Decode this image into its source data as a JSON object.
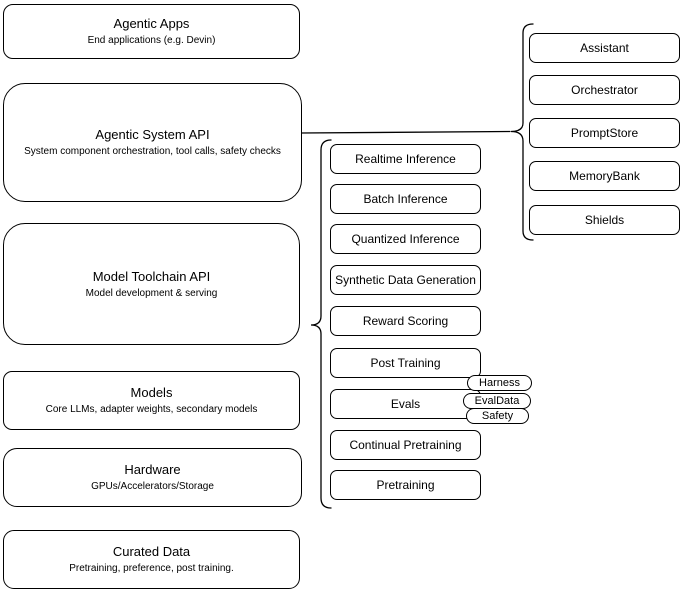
{
  "canvas": {
    "background": "#ffffff",
    "stroke_color": "#000000",
    "node_fill": "#ffffff"
  },
  "left_stack": [
    {
      "title": "Agentic Apps",
      "subtitle": "End applications (e.g. Devin)"
    },
    {
      "title": "Agentic System API",
      "subtitle": "System component orchestration, tool calls, safety checks"
    },
    {
      "title": "Model Toolchain API",
      "subtitle": "Model development & serving"
    },
    {
      "title": "Models",
      "subtitle": "Core LLMs, adapter weights, secondary models"
    },
    {
      "title": "Hardware",
      "subtitle": "GPUs/Accelerators/Storage"
    },
    {
      "title": "Curated Data",
      "subtitle": "Pretraining, preference, post training."
    }
  ],
  "toolchain_group": {
    "items": [
      "Realtime Inference",
      "Batch Inference",
      "Quantized Inference",
      "Synthetic Data Generation",
      "Reward Scoring",
      "Post Training",
      "Evals",
      "Continual Pretraining",
      "Pretraining"
    ]
  },
  "eval_tags": [
    "Harness",
    "EvalData",
    "Safety"
  ],
  "system_components_group": {
    "items": [
      "Assistant",
      "Orchestrator",
      "PromptStore",
      "MemoryBank",
      "Shields"
    ]
  }
}
